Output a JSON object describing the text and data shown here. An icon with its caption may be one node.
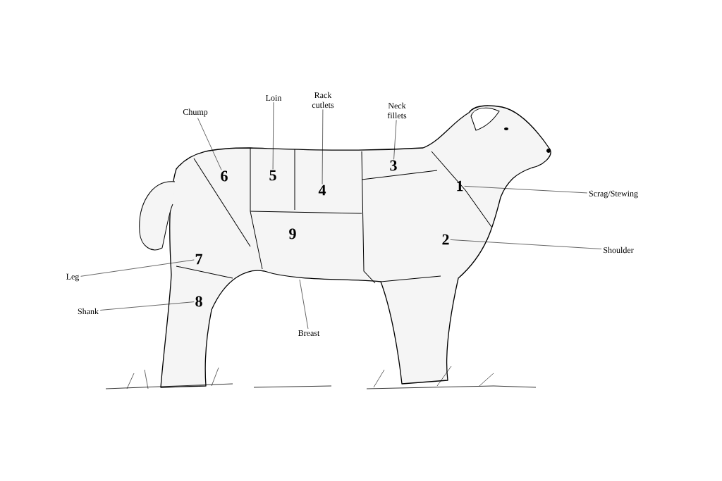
{
  "diagram": {
    "nodes": [
      {
        "text": [
          "Chump"
        ]
      },
      {
        "text": [
          "Loin"
        ]
      },
      {
        "text": [
          "Rack cutlets"
        ]
      },
      {
        "text": [
          "Neck fillets"
        ]
      },
      {
        "text": [
          "Scrag/Stewing"
        ]
      },
      {
        "text": [
          "Shoulder"
        ]
      },
      {
        "text": [
          "Leg"
        ]
      },
      {
        "text": [
          "Shank"
        ]
      },
      {
        "text": [
          "Breast"
        ]
      },
      {
        "text": [
          "1"
        ]
      },
      {
        "text": [
          "2"
        ]
      },
      {
        "text": [
          "3"
        ]
      },
      {
        "text": [
          "4"
        ]
      },
      {
        "text": [
          "5"
        ]
      },
      {
        "text": [
          "6"
        ]
      },
      {
        "text": [
          "7"
        ]
      },
      {
        "text": [
          "8"
        ]
      },
      {
        "text": [
          "9"
        ]
      }
    ],
    "edges": [
      {
        "from": 0,
        "to": 14,
        "arrow": "none"
      },
      {
        "from": 1,
        "to": 13,
        "arrow": "none"
      },
      {
        "from": 2,
        "to": 12,
        "arrow": "none"
      },
      {
        "from": 3,
        "to": 11,
        "arrow": "none"
      },
      {
        "from": 4,
        "to": 9,
        "arrow": "none"
      },
      {
        "from": 5,
        "to": 10,
        "arrow": "none"
      },
      {
        "from": 6,
        "to": 15,
        "arrow": "none"
      },
      {
        "from": 7,
        "to": 16,
        "arrow": "none"
      },
      {
        "from": 8,
        "to": null,
        "arrow": "none"
      }
    ]
  }
}
